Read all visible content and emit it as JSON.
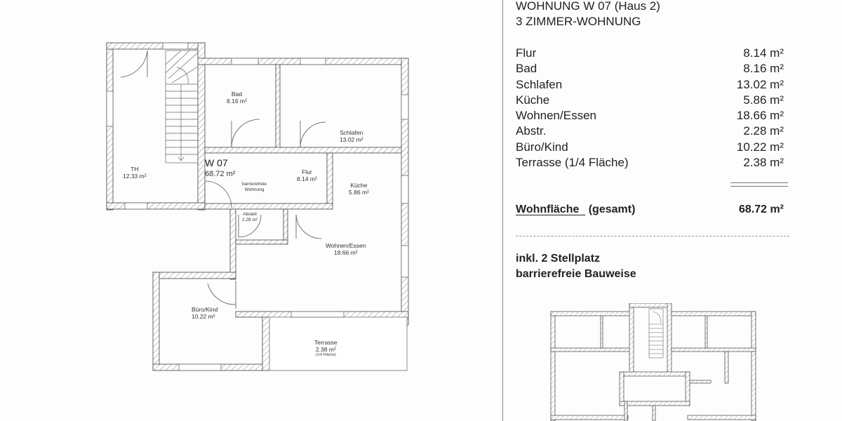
{
  "floorplan": {
    "unit_label": "W 07",
    "unit_area": "68.72 m²",
    "unit_note_1": "barrierefreie",
    "unit_note_2": "Wohnung",
    "rooms": {
      "th": {
        "name": "TH",
        "area": "12.33 m²"
      },
      "bad": {
        "name": "Bad",
        "area": "8.16 m²"
      },
      "schlafen": {
        "name": "Schlafen",
        "area": "13.02 m²"
      },
      "flur": {
        "name": "Flur",
        "area": "8.14 m²"
      },
      "kueche": {
        "name": "Küche",
        "area": "5.86 m²"
      },
      "abstell": {
        "name": "Abstell",
        "area": "2.28 m²"
      },
      "wohnen": {
        "name": "Wohnen/Essen",
        "area": "18.66 m²"
      },
      "buero": {
        "name": "Büro/Kind",
        "area": "10.22 m²"
      },
      "terrasse": {
        "name": "Terrasse",
        "area": "2.38 m²",
        "note": "(1/4 Fläche)"
      }
    }
  },
  "info": {
    "title_line1": "WOHNUNG  W 07 (Haus 2)",
    "title_line2": "3 ZIMMER-WOHNUNG",
    "rooms": [
      {
        "name": "Flur",
        "area": "8.14 m²"
      },
      {
        "name": "Bad",
        "area": "8.16 m²"
      },
      {
        "name": "Schlafen",
        "area": "13.02 m²"
      },
      {
        "name": "Küche",
        "area": "5.86 m²"
      },
      {
        "name": "Wohnen/Essen",
        "area": "18.66 m²"
      },
      {
        "name": "Abstr.",
        "area": "2.28 m²"
      },
      {
        "name": "Büro/Kind",
        "area": "10.22 m²"
      },
      {
        "name": "Terrasse (1/4 Fläche)",
        "area": "2.38 m²"
      }
    ],
    "total_label": "Wohnfläche",
    "total_suffix": "(gesamt)",
    "total_value": "68.72 m²",
    "note_1": "inkl. 2 Stellplatz",
    "note_2": "barrierefreie Bauweise"
  }
}
